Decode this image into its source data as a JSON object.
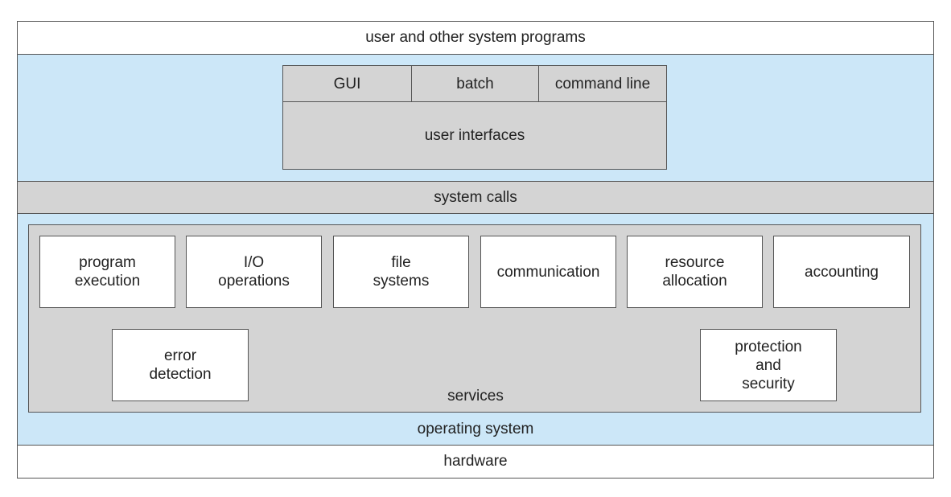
{
  "layers": {
    "top": "user and other system programs",
    "user_interfaces": {
      "items": [
        "GUI",
        "batch",
        "command line"
      ],
      "label": "user interfaces"
    },
    "system_calls": "system calls",
    "services": {
      "label": "services",
      "row1": [
        "program\nexecution",
        "I/O\noperations",
        "file\nsystems",
        "communication",
        "resource\nallocation",
        "accounting"
      ],
      "row2": [
        "error\ndetection",
        "protection\nand\nsecurity"
      ]
    },
    "operating_system": "operating system",
    "hardware": "hardware"
  },
  "colors": {
    "os_background": "#cce7f8",
    "box_gray": "#d4d4d4",
    "box_white": "#ffffff",
    "border": "#555555"
  }
}
